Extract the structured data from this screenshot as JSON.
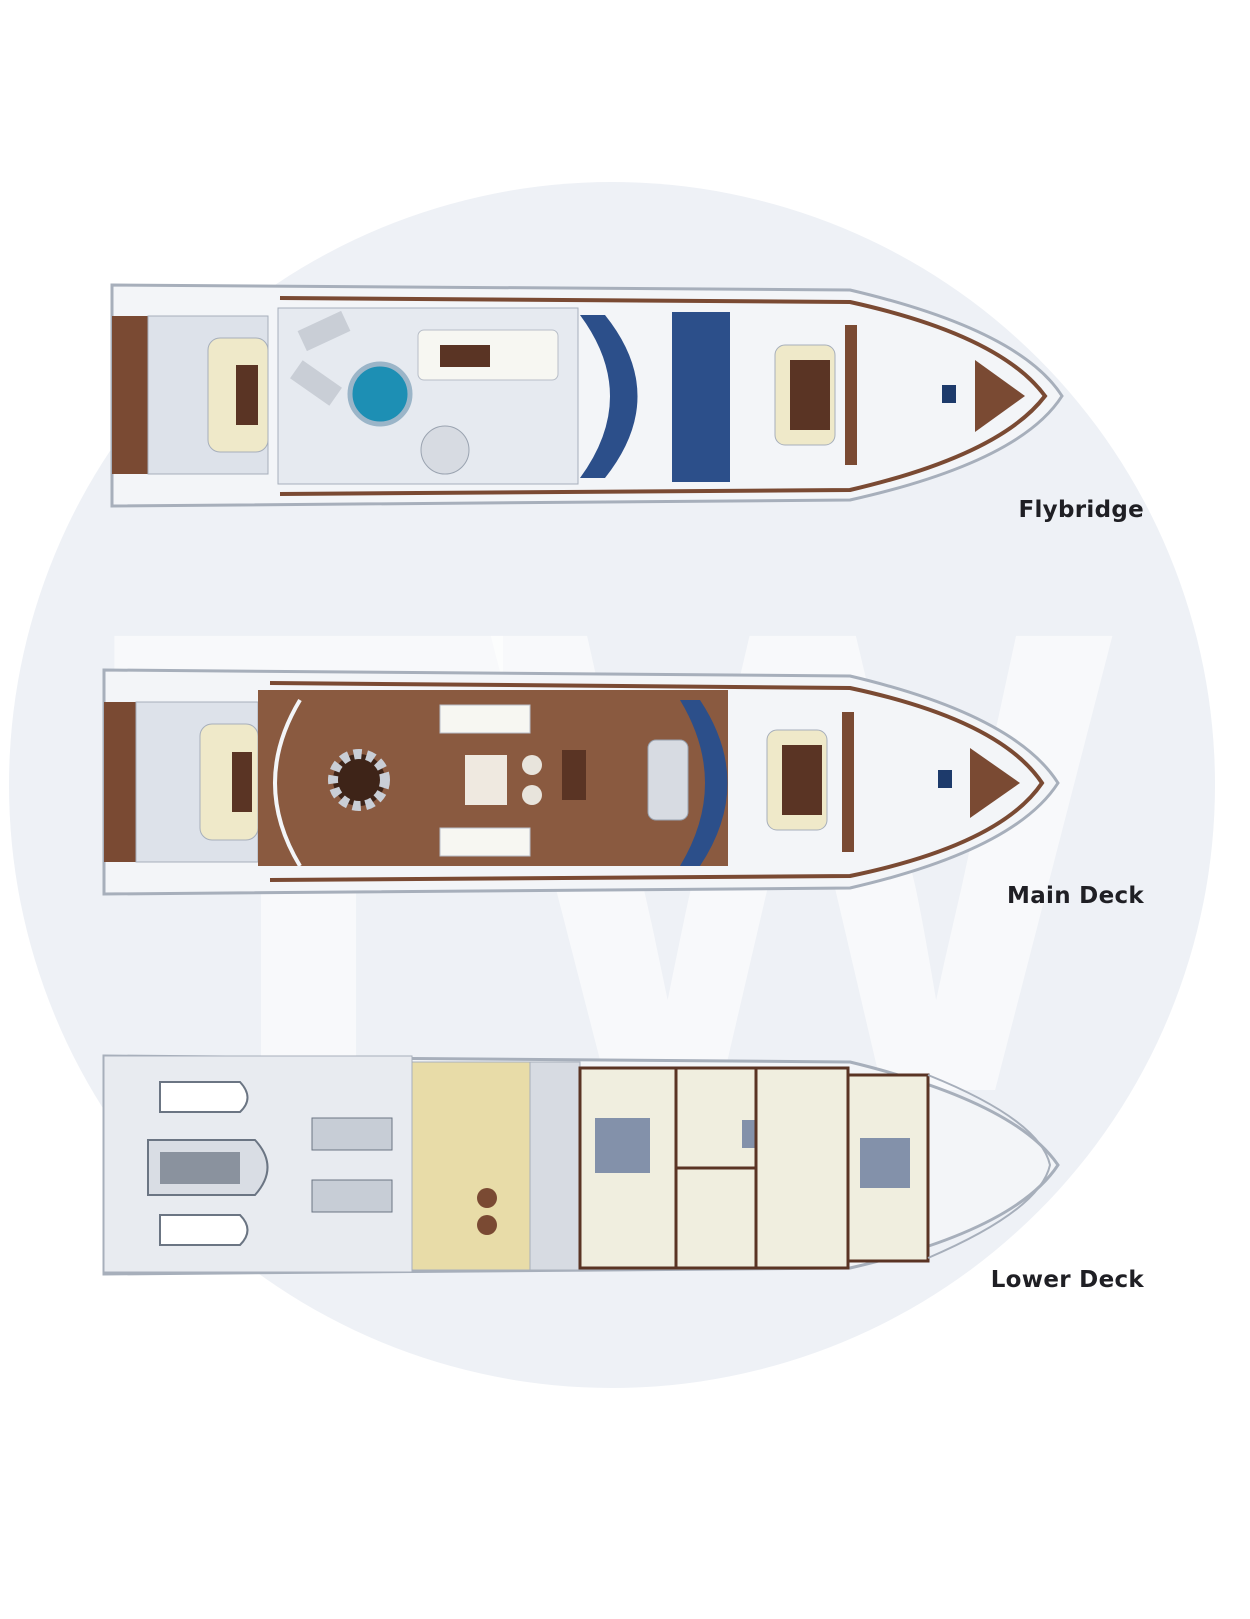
{
  "decks": [
    {
      "id": "flybridge",
      "label": "Flybridge"
    },
    {
      "id": "main",
      "label": "Main Deck"
    },
    {
      "id": "lower",
      "label": "Lower Deck"
    }
  ],
  "watermark": {
    "text": "TW"
  },
  "colors": {
    "watermark_circle": "#eef1f6",
    "teak": "#7a4a33",
    "hull": "#f3f5f8",
    "hull_outline": "#a7afbb",
    "accent_blue": "#2c4f8a",
    "cream": "#efe9c9",
    "galley_yellow": "#e8dca8",
    "cabin_blue": "#8391aa"
  }
}
